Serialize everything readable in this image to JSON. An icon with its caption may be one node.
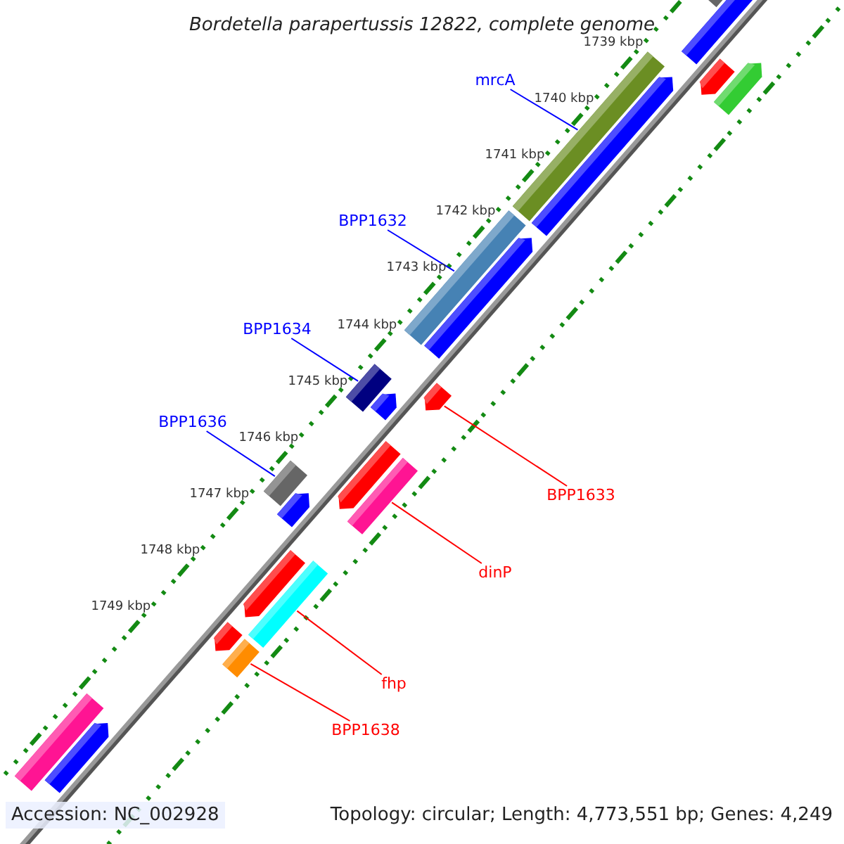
{
  "diagram": {
    "title": "Bordetella parapertussis 12822, complete genome",
    "nodes": [
      {
        "text": [
          "mrcA"
        ]
      },
      {
        "text": [],
        "shape": "bar"
      },
      {
        "text": [
          "BPP1632"
        ]
      },
      {
        "text": [],
        "shape": "bar"
      },
      {
        "text": [
          "BPP1634"
        ]
      },
      {
        "text": [],
        "shape": "bar"
      },
      {
        "text": [
          "BPP1636"
        ]
      },
      {
        "text": [],
        "shape": "bar"
      },
      {
        "text": [
          "BPP1633"
        ]
      },
      {
        "text": [],
        "shape": "arrow"
      },
      {
        "text": [
          "dinP"
        ]
      },
      {
        "text": [],
        "shape": "bar"
      },
      {
        "text": [
          "fhp"
        ]
      },
      {
        "text": [],
        "shape": "bar"
      },
      {
        "text": [
          "BPP1638"
        ]
      },
      {
        "text": [],
        "shape": "bar"
      },
      {
        "text": [],
        "shape": "arrow"
      },
      {
        "text": [],
        "shape": "arrow"
      },
      {
        "text": [],
        "shape": "arrow"
      },
      {
        "text": [],
        "shape": "arrow"
      },
      {
        "text": [],
        "shape": "arrow"
      },
      {
        "text": [],
        "shape": "arrow"
      },
      {
        "text": [],
        "shape": "bar"
      },
      {
        "text": [],
        "shape": "bar"
      },
      {
        "text": [],
        "shape": "arrow"
      },
      {
        "text": [],
        "shape": "arrow"
      },
      {
        "text": [],
        "shape": "arrow"
      },
      {
        "text": [],
        "shape": "arrow"
      },
      {
        "text": [],
        "shape": "arrow"
      }
    ],
    "edges": [
      {
        "from": 0,
        "to": 1,
        "arrow": "none"
      },
      {
        "from": 2,
        "to": 3,
        "arrow": "none"
      },
      {
        "from": 4,
        "to": 5,
        "arrow": "none"
      },
      {
        "from": 6,
        "to": 7,
        "arrow": "none"
      },
      {
        "from": 8,
        "to": 9,
        "arrow": "none",
        "color": "#ff0000"
      },
      {
        "from": 10,
        "to": 11,
        "arrow": "none",
        "color": "#ff0000"
      },
      {
        "from": 12,
        "to": 13,
        "arrow": "none",
        "color": "#ff0000"
      },
      {
        "from": 14,
        "to": 15,
        "arrow": "none",
        "color": "#ff0000"
      }
    ],
    "labels": [
      "1739 kbp",
      "1740 kbp",
      "1741 kbp",
      "1742 kbp",
      "1743 kbp",
      "1744 kbp",
      "1745 kbp",
      "1746 kbp",
      "1747 kbp",
      "1748 kbp",
      "1749 kbp",
      "Accession: NC_002928",
      "Topology: circular; Length: 4,773,551 bp; Genes: 4,249"
    ]
  }
}
